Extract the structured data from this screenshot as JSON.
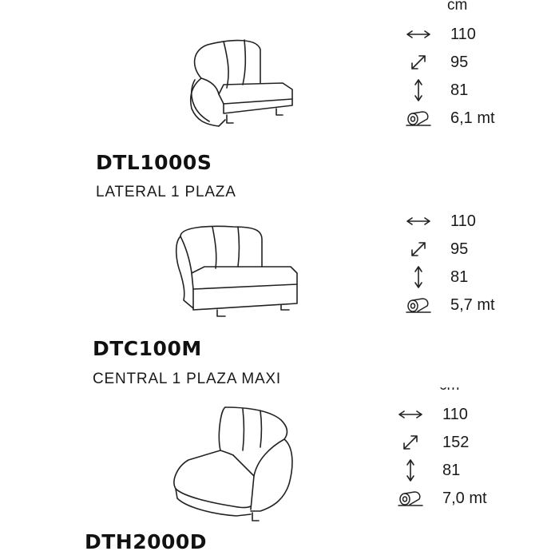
{
  "products": [
    {
      "code": "DTL1000S",
      "description": "LATERAL 1 PLAZA",
      "unit": "cm",
      "dims": [
        {
          "icon": "width-arrow-icon",
          "value": "110"
        },
        {
          "icon": "depth-arrow-icon",
          "value": "95"
        },
        {
          "icon": "height-arrow-icon",
          "value": "81"
        },
        {
          "icon": "fabric-roll-icon",
          "value": "6,1 mt"
        }
      ]
    },
    {
      "code": "DTC100M",
      "description": "CENTRAL 1 PLAZA MAXI",
      "dims": [
        {
          "icon": "width-arrow-icon",
          "value": "110"
        },
        {
          "icon": "depth-arrow-icon",
          "value": "95"
        },
        {
          "icon": "height-arrow-icon",
          "value": "81"
        },
        {
          "icon": "fabric-roll-icon",
          "value": "5,7 mt"
        }
      ]
    },
    {
      "code": "DTH2000D",
      "unit": "cm",
      "dims": [
        {
          "icon": "width-arrow-icon",
          "value": "110"
        },
        {
          "icon": "depth-arrow-icon",
          "value": "152"
        },
        {
          "icon": "height-arrow-icon",
          "value": "81"
        },
        {
          "icon": "fabric-roll-icon",
          "value": "7,0 mt"
        }
      ]
    }
  ]
}
